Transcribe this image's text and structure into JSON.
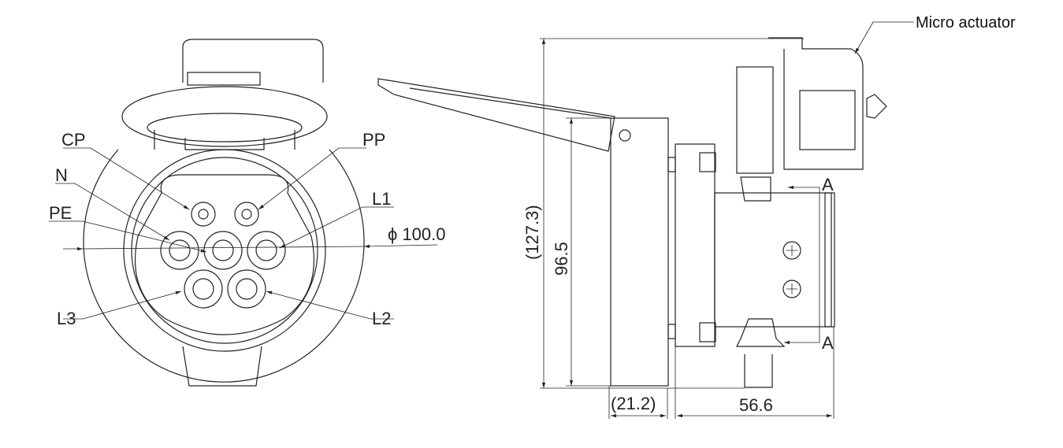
{
  "front_view": {
    "pins": {
      "cp": "CP",
      "pp": "PP",
      "n": "N",
      "pe": "PE",
      "l1": "L1",
      "l2": "L2",
      "l3": "L3"
    },
    "diameter": "ϕ 100.0"
  },
  "side_view": {
    "callout": "Micro actuator",
    "section_marker_top": "A",
    "section_marker_bottom": "A",
    "dim_total_height": "(127.3)",
    "dim_height": "96.5",
    "dim_front_depth": "(21.2)",
    "dim_rear_depth": "56.6"
  }
}
